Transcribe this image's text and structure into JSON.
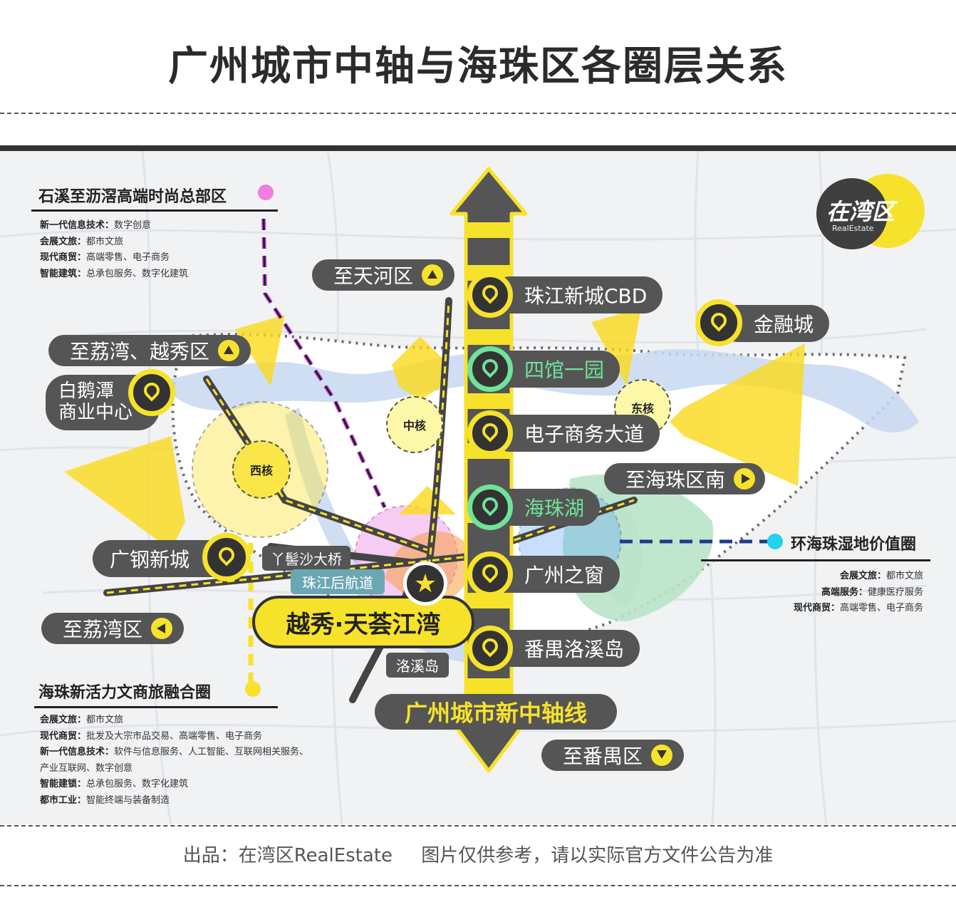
{
  "title": "广州城市中轴与海珠区各圈层关系",
  "logo": {
    "name": "在湾区",
    "sub": "RealEstate"
  },
  "directions": {
    "tianhe": "至天河区",
    "liwan_yuexiu": "至荔湾、越秀区",
    "liwan": "至荔湾区",
    "haizhu_south": "至海珠区南",
    "panyu": "至番禺区"
  },
  "axis_nodes": [
    {
      "label": "珠江新城CBD",
      "color": "yellow"
    },
    {
      "label": "四馆一园",
      "color": "green"
    },
    {
      "label": "电子商务大道",
      "color": "yellow"
    },
    {
      "label": "海珠湖",
      "color": "green"
    },
    {
      "label": "广州之窗",
      "color": "yellow"
    },
    {
      "label": "番禺洛溪岛",
      "color": "yellow"
    }
  ],
  "other_nodes": {
    "finance_city": "金融城",
    "baietan": "白鹅潭\n商业中心",
    "guanggang": "广钢新城"
  },
  "cores": {
    "west": "西核",
    "middle": "中核",
    "east": "东核"
  },
  "places": {
    "bridge": "丫髻沙大桥",
    "channel": "珠江后航道",
    "luoxi": "洛溪岛",
    "project": "越秀·天荟江湾",
    "axis": "广州城市新中轴线"
  },
  "zones": {
    "shixi": {
      "heading": "石溪至沥滘高端时尚总部区",
      "dot_color": "#f07de0",
      "items": [
        {
          "k": "新一代信息技术：",
          "v": "数字创意"
        },
        {
          "k": "会展文旅：",
          "v": "都市文旅"
        },
        {
          "k": "现代商贸：",
          "v": "高端零售、电子商务"
        },
        {
          "k": "智能建筑：",
          "v": "总承包服务、数字化建筑"
        }
      ]
    },
    "wetland": {
      "heading": "环海珠湿地价值圈",
      "dot_color": "#22d3ee",
      "items": [
        {
          "k": "会展文旅：",
          "v": "都市文旅"
        },
        {
          "k": "高端服务：",
          "v": "健康医疗服务"
        },
        {
          "k": "现代商贸：",
          "v": "高端零售、电子商务"
        }
      ]
    },
    "vitality": {
      "heading": "海珠新活力文商旅融合圈",
      "dot_color": "#f7e22b",
      "items": [
        {
          "k": "会展文旅：",
          "v": "都市文旅"
        },
        {
          "k": "现代商贸：",
          "v": "批发及大宗市品交易、高端零售、电子商务"
        },
        {
          "k": "新一代信息技术：",
          "v": "软件与信息服务、人工智能、互联网相关服务、"
        },
        {
          "k": "",
          "v": "产业互联网、数字创意"
        },
        {
          "k": "智能建锁：",
          "v": "总承包服务、数字化建筑"
        },
        {
          "k": "都市工业：",
          "v": "智能终端与装备制造"
        }
      ]
    }
  },
  "footer": {
    "source": "出品：在湾区RealEstate",
    "note": "图片仅供参考，请以实际官方文件公告为准"
  }
}
